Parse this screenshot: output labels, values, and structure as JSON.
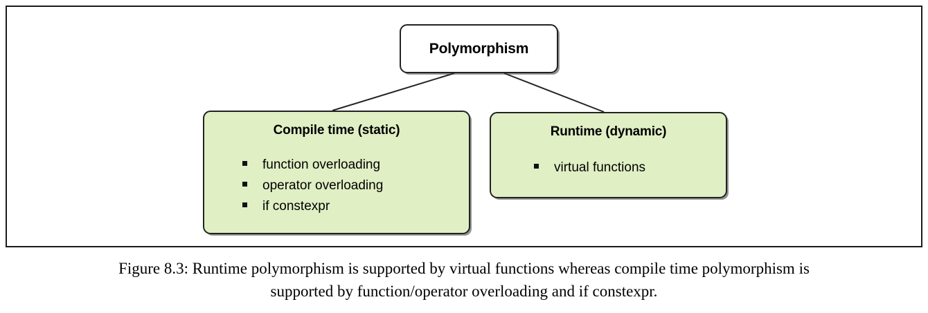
{
  "figure": {
    "caption_line1": "Figure 8.3: Runtime polymorphism is supported by virtual functions whereas compile time polymorphism is",
    "caption_line2": "supported by function/operator overloading and if constexpr.",
    "caption_full": "Figure 8.3: Runtime polymorphism is supported by virtual functions whereas compile time polymorphism is supported by function/operator overloading and if constexpr."
  },
  "colors": {
    "branch_fill": "#e0efc4",
    "root_fill": "#ffffff",
    "border": "#222222",
    "frame_border": "#1a1a1a",
    "bullet": "#111111"
  },
  "diagram": {
    "type": "tree",
    "root": {
      "title": "Polymorphism"
    },
    "branches": [
      {
        "title": "Compile time (static)",
        "items": [
          "function overloading",
          "operator overloading",
          "if constexpr"
        ]
      },
      {
        "title": "Runtime (dynamic)",
        "items": [
          "virtual functions"
        ]
      }
    ]
  }
}
